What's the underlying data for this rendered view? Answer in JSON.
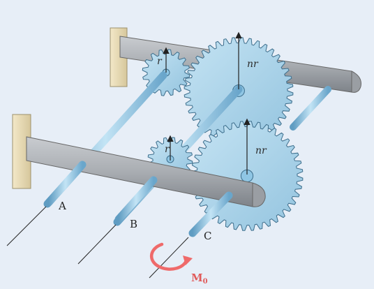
{
  "labels": {
    "small_radius": "r",
    "large_radius": "nr",
    "shaft_a": "A",
    "shaft_b": "B",
    "shaft_c": "C",
    "moment": "M",
    "moment_sub": "0"
  },
  "colors": {
    "background": "#e7eef7",
    "gear": "#a9d3ea",
    "gear_stroke": "#3d6e8c",
    "shaft": "#8fc6e4",
    "frame": "#a4a8ad",
    "wall": "#e9dcb8",
    "moment_arrow": "#ef6a6a"
  }
}
